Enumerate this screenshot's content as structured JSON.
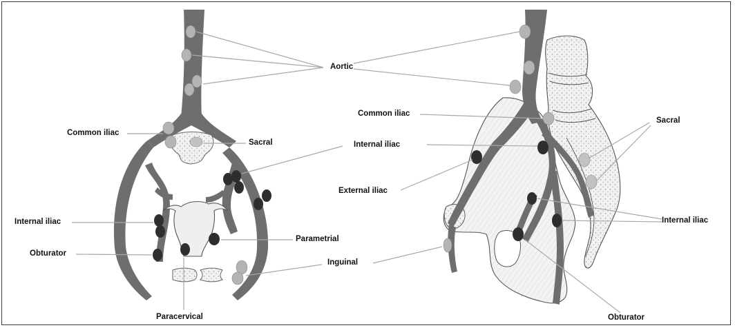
{
  "labels": {
    "aortic": "Aortic",
    "common_iliac_left": "Common iliac",
    "common_iliac_right": "Common iliac",
    "sacral_left": "Sacral",
    "sacral_right": "Sacral",
    "internal_iliac_center": "Internal iliac",
    "internal_iliac_left": "Internal iliac",
    "internal_iliac_right": "Internal iliac",
    "external_iliac": "External iliac",
    "obturator_left": "Obturator",
    "obturator_right": "Obturator",
    "parametrial": "Parametrial",
    "inguinal": "Inguinal",
    "paracervical": "Paracervical"
  },
  "colors": {
    "vessel": "#6e6e6e",
    "node_light": "#b4b4b4",
    "node_dark": "#2e2e2e",
    "leader": "#a8a8a8",
    "bone": "#f0f0f0"
  }
}
